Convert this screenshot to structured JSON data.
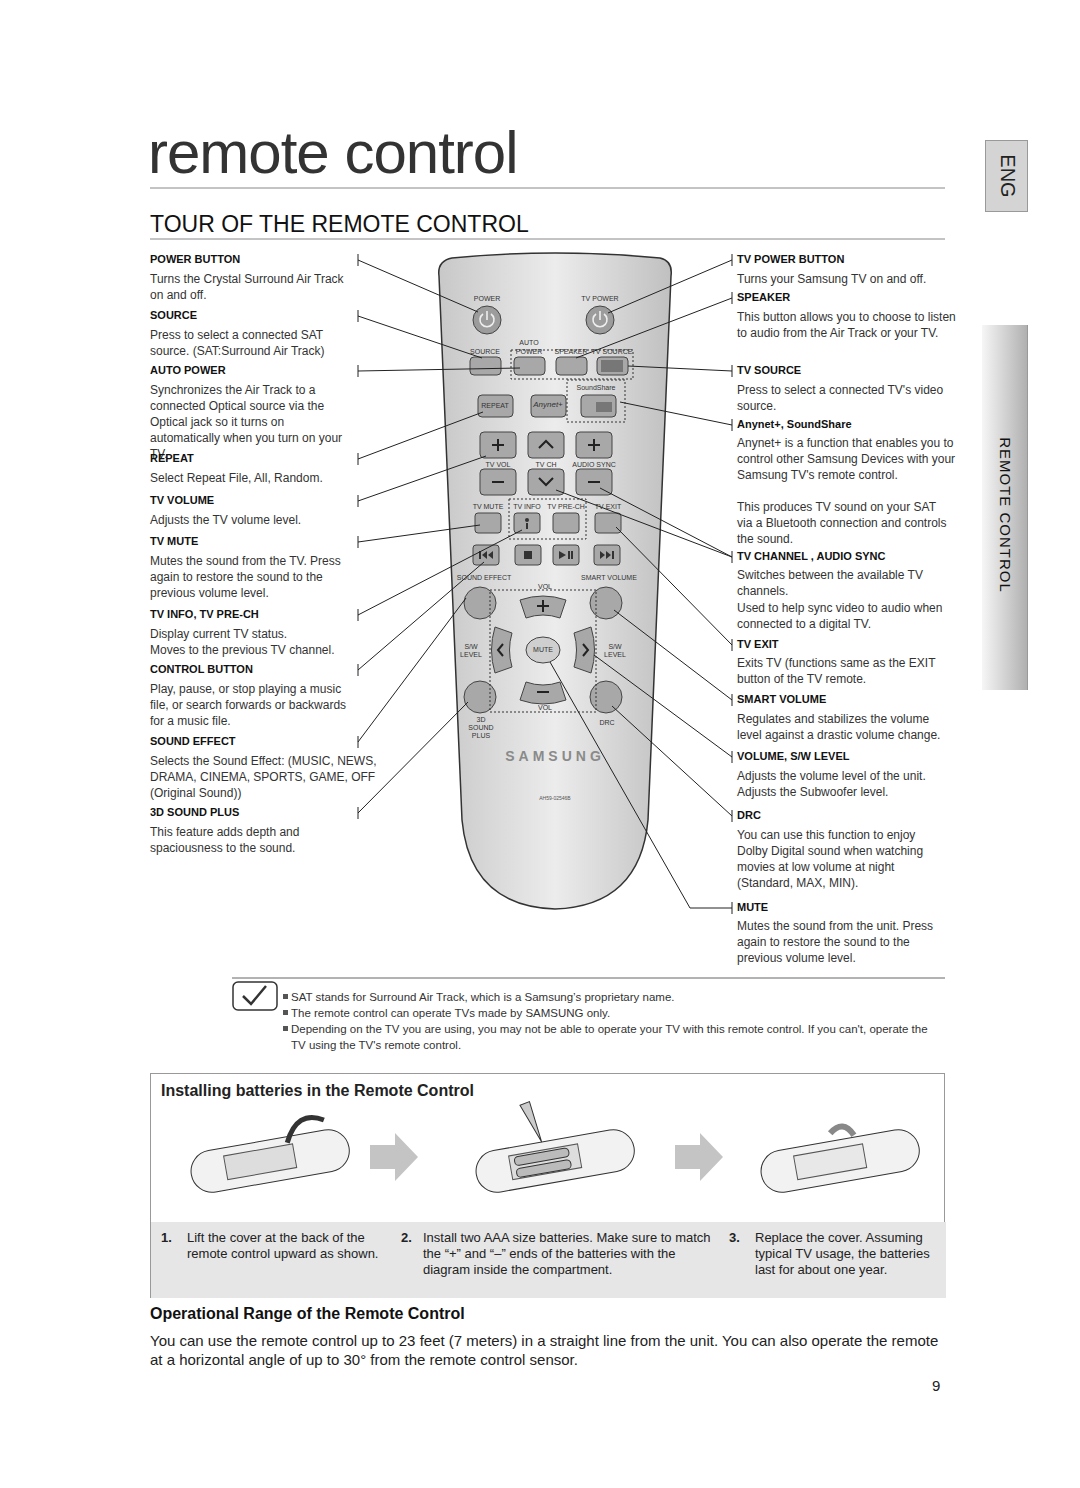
{
  "diagram": {
    "title": "remote control",
    "nodes": [
      {
        "text": [
          "ENG"
        ]
      },
      {
        "text": [
          "REMOTE CONTROL"
        ]
      },
      {
        "text": [
          "Installing batteries in the Remote Control"
        ]
      },
      {
        "text": [
          "1.",
          "Lift the cover at the back of the remote control upward as shown.",
          "2.",
          "Install two AAA size batteries. Make sure to match the “+” and “–” ends of the batteries with the diagram inside the compartment.",
          "3.",
          "Replace the cover. Assuming typical TV usage, the batteries last for about one year."
        ],
        "in": 2
      }
    ],
    "labels": [
      "TOUR OF THE REMOTE CONTROL",
      "POWER BUTTON",
      "Turns the Crystal Surround Air Track on and off.",
      "SOURCE",
      "Press to select a connected SAT source. (SAT:Surround Air Track)",
      "AUTO POWER",
      "Synchronizes the Air Track to a connected Optical source via the Optical jack so it turns on automatically when you turn on your TV.",
      "REPEAT",
      "Select Repeat File, All, Random.",
      "TV VOLUME",
      "Adjusts the TV volume level.",
      "TV MUTE",
      "Mutes the sound from the TV. Press again to restore the sound to the previous volume level.",
      "TV INFO, TV PRE-CH",
      "Display current TV status.",
      "Moves to the previous TV channel.",
      "CONTROL BUTTON",
      "Play, pause, or stop playing a music file, or search forwards or backwards for a music file.",
      "SOUND EFFECT",
      "Selects the Sound Effect: (MUSIC, NEWS, DRAMA, CINEMA, SPORTS, GAME, OFF (Original Sound))",
      "3D SOUND PLUS",
      "This feature adds depth and spaciousness to the sound.",
      "TV POWER BUTTON",
      "Turns your Samsung TV on and off.",
      "SPEAKER",
      "This button allows you to choose to listen to audio from the Air Track or your TV.",
      "TV SOURCE",
      "Press to select a connected TV's video source.",
      "Anynet+, SoundShare",
      "Anynet+ is a function that enables you to control other Samsung Devices with your Samsung TV's remote control.",
      "This produces TV sound on your SAT via a Bluetooth connection and controls the sound.",
      "TV CHANNEL , AUDIO SYNC",
      "Switches between the available TV channels.",
      "Used to help sync video to audio when connected to a digital TV.",
      "TV EXIT",
      "Exits TV (functions same as the EXIT button of the TV remote.",
      "SMART VOLUME",
      "Regulates and stabilizes the volume level against a drastic volume change.",
      "VOLUME, S/W LEVEL",
      "Adjusts the volume level of the unit.",
      "Adjusts the Subwoofer level.",
      "DRC",
      "You can use this function to enjoy Dolby Digital sound when watching movies at low volume at night (Standard, MAX, MIN).",
      "MUTE",
      "Mutes the sound from the unit. Press again to restore the sound to the previous volume level.",
      "POWER",
      "TV POWER",
      "AUTO",
      "SOURCE",
      "POWER",
      "SPEAKER",
      "TV SOURCE",
      "SoundShare",
      "REPEAT",
      "Anynet+",
      "TV VOL",
      "TV CH",
      "AUDIO SYNC",
      "TV MUTE",
      "TV INFO",
      "TV PRE-CH",
      "TV EXIT",
      "SOUND EFFECT",
      "SMART VOLUME",
      "VOL",
      "S/W LEVEL",
      "MUTE",
      "S/W LEVEL",
      "VOL",
      "3D SOUND PLUS",
      "DRC",
      "SAMSUNG",
      "AH59-02546B",
      "SAT stands for Surround Air Track, which is a Samsung’s proprietary name.",
      "The remote control can operate TVs made by SAMSUNG only.",
      "Depending on the TV you are using, you may not be able to operate your TV with this remote control. If you can't, operate the TV using the TV's remote control.",
      "Operational Range of the Remote Control",
      "You can use the remote control up to 23 feet (7 meters) in a straight line from the unit. You can also operate the remote at a horizontal angle of up to 30° from the remote control sensor.",
      "9"
    ]
  }
}
